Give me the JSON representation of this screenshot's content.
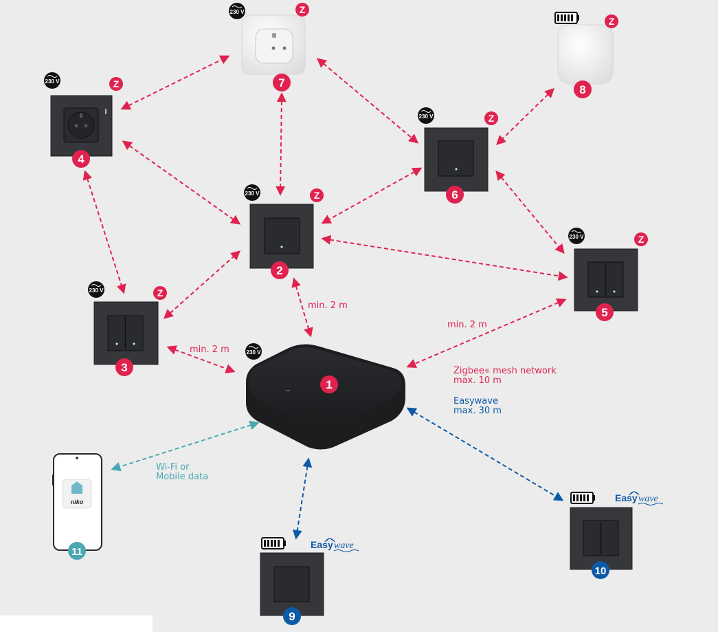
{
  "labels": {
    "min_2m_a": "min. 2 m",
    "min_2m_b": "min. 2 m",
    "min_2m_c": "min. 2 m",
    "zigbee_line1": "Zigbee",
    "zigbee_reg": "®",
    "zigbee_line1_rest": " mesh network",
    "zigbee_line2": "max. 10 m",
    "easywave_line1": "Easywave",
    "easywave_line2": "max. 30 m",
    "wifi_line1": "Wi-Fi or",
    "wifi_line2": "Mobile data",
    "voltage": "230 V",
    "zigbee_mark": "Z",
    "easywave_easy": "Easy",
    "easywave_wave": "wave",
    "app_brand": "niko"
  },
  "nodes": [
    {
      "id": "1",
      "kind": "hub",
      "power": "230 V",
      "network": "zigbee"
    },
    {
      "id": "2",
      "kind": "switch-single",
      "power": "230 V",
      "network": "zigbee"
    },
    {
      "id": "3",
      "kind": "switch-double",
      "power": "230 V",
      "network": "zigbee"
    },
    {
      "id": "4",
      "kind": "socket",
      "power": "230 V",
      "network": "zigbee"
    },
    {
      "id": "5",
      "kind": "switch-double",
      "power": "230 V",
      "network": "zigbee"
    },
    {
      "id": "6",
      "kind": "switch-single",
      "power": "230 V",
      "network": "zigbee"
    },
    {
      "id": "7",
      "kind": "plug",
      "power": "230 V",
      "network": "zigbee"
    },
    {
      "id": "8",
      "kind": "sensor",
      "power": "battery",
      "network": "zigbee"
    },
    {
      "id": "9",
      "kind": "switch-single",
      "power": "battery",
      "network": "easywave"
    },
    {
      "id": "10",
      "kind": "switch-double",
      "power": "battery",
      "network": "easywave"
    },
    {
      "id": "11",
      "kind": "smartphone",
      "power": "",
      "network": "wifi"
    }
  ],
  "colors": {
    "zigbee": "#e0224f",
    "easywave": "#0e5aa7",
    "wifi": "#4aa8b0",
    "device": "#2e2f33",
    "background": "#ececec"
  }
}
